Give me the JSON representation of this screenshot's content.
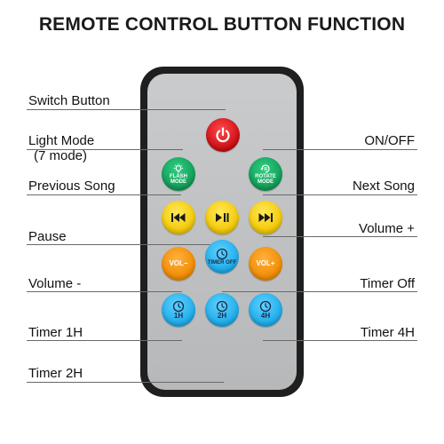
{
  "header": {
    "title": "REMOTE CONTROL BUTTON FUNCTION"
  },
  "labels": {
    "switch_button": "Switch Button",
    "light_mode": "Light Mode",
    "light_mode_sub": "(7 mode)",
    "previous_song": "Previous Song",
    "pause": "Pause",
    "volume_minus": "Volume -",
    "timer_1h": "Timer 1H",
    "timer_2h": "Timer 2H",
    "on_off": "ON/OFF",
    "next_song": "Next Song",
    "volume_plus": "Volume +",
    "timer_off": "Timer Off",
    "timer_4h": "Timer 4H"
  },
  "buttons": {
    "flash": [
      "FLASH",
      "MODE"
    ],
    "rotate": [
      "ROTATE",
      "MODE"
    ],
    "vol_minus": "VOL−",
    "vol_plus": "VOL+",
    "timer_off": "TIMER OFF",
    "t1": "1H",
    "t2": "2H",
    "t4": "4H"
  },
  "colors": {
    "power": "#d8141b",
    "mode": "#17b46a",
    "playback": "#f6d31a",
    "volume": "#f59a12",
    "timer": "#2cb8f2",
    "remote_body": "#c3c5c7"
  },
  "icons": [
    "power-icon",
    "light-icon",
    "rotate-icon",
    "previous-icon",
    "play-pause-icon",
    "next-icon",
    "clock-icon"
  ]
}
